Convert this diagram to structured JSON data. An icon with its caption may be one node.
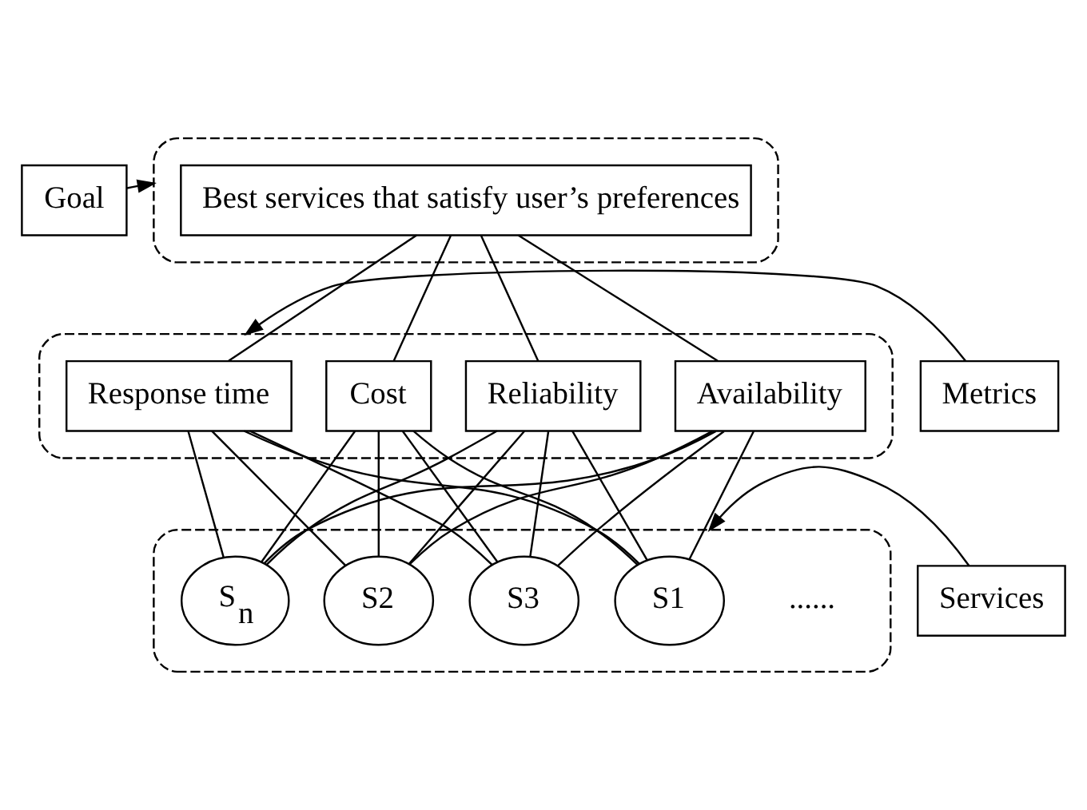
{
  "diagram": {
    "nodes": [
      {
        "text": [
          "Goal"
        ]
      },
      {
        "text": [],
        "shape": "box"
      },
      {
        "text": [
          "Best services that satisfy user’s preferences"
        ],
        "in": 1
      },
      {
        "text": [
          "Metrics"
        ]
      },
      {
        "text": [],
        "shape": "box"
      },
      {
        "text": [
          "Response time"
        ],
        "in": 4
      },
      {
        "text": [
          "Cost"
        ],
        "in": 4
      },
      {
        "text": [
          "Reliability"
        ],
        "in": 4
      },
      {
        "text": [
          "Availability"
        ],
        "in": 4
      },
      {
        "text": [
          "Services"
        ]
      },
      {
        "text": [],
        "shape": "box"
      },
      {
        "text": [
          "S1"
        ],
        "in": 10
      },
      {
        "text": [
          "S2"
        ],
        "in": 10
      },
      {
        "text": [
          "S3"
        ],
        "in": 10
      },
      {
        "text": [
          "S$_{n}$"
        ],
        "in": 10
      }
    ],
    "edges": [
      {
        "from": 0,
        "to": 1,
        "arrow": "to"
      },
      {
        "from": 3,
        "to": 4,
        "arrow": "to"
      },
      {
        "from": 9,
        "to": 10,
        "arrow": "to"
      },
      {
        "from": 2,
        "to": 5,
        "arrow": "none"
      },
      {
        "from": 2,
        "to": 6,
        "arrow": "none"
      },
      {
        "from": 2,
        "to": 7,
        "arrow": "none"
      },
      {
        "from": 2,
        "to": 8,
        "arrow": "none"
      },
      {
        "from": 5,
        "to": 11,
        "arrow": "none"
      },
      {
        "from": 5,
        "to": 12,
        "arrow": "none"
      },
      {
        "from": 5,
        "to": 13,
        "arrow": "none"
      },
      {
        "from": 5,
        "to": 14,
        "arrow": "none"
      },
      {
        "from": 6,
        "to": 11,
        "arrow": "none"
      },
      {
        "from": 6,
        "to": 12,
        "arrow": "none"
      },
      {
        "from": 6,
        "to": 13,
        "arrow": "none"
      },
      {
        "from": 6,
        "to": 14,
        "arrow": "none"
      },
      {
        "from": 7,
        "to": 11,
        "arrow": "none"
      },
      {
        "from": 7,
        "to": 12,
        "arrow": "none"
      },
      {
        "from": 7,
        "to": 13,
        "arrow": "none"
      },
      {
        "from": 7,
        "to": 14,
        "arrow": "none"
      },
      {
        "from": 8,
        "to": 11,
        "arrow": "none"
      },
      {
        "from": 8,
        "to": 12,
        "arrow": "none"
      },
      {
        "from": 8,
        "to": 13,
        "arrow": "none"
      },
      {
        "from": 8,
        "to": 14,
        "arrow": "none"
      }
    ],
    "labels": [
      "......"
    ]
  }
}
